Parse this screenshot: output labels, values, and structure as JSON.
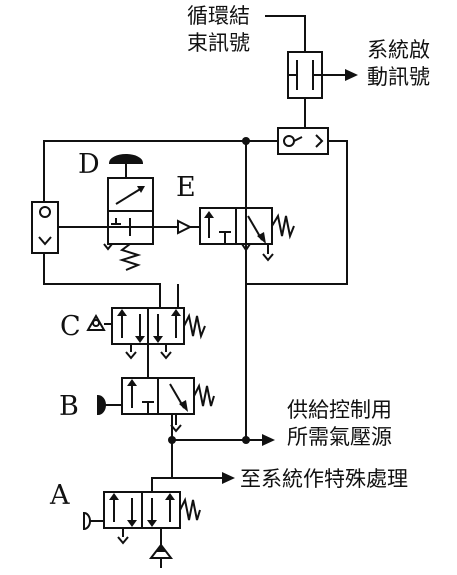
{
  "labels": {
    "cycle_end_line1": "循環結",
    "cycle_end_line2": "束訊號",
    "start_line1": "系統啟",
    "start_line2": "動訊號",
    "supply_line1": "供給控制用",
    "supply_line2": "所需氣壓源",
    "to_system": "至系統作特殊處理"
  },
  "components": {
    "valve_a": "A",
    "valve_b": "B",
    "valve_c": "C",
    "valve_d": "D",
    "valve_e": "E"
  },
  "colors": {
    "line": "#111111",
    "background": "#ffffff"
  }
}
